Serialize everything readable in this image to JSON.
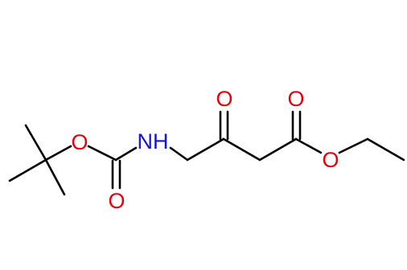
{
  "molecule": {
    "atoms": {
      "o_ether_boc": {
        "label": "O",
        "color": "#e8000b"
      },
      "o_carbonyl_boc": {
        "label": "O",
        "color": "#e8000b"
      },
      "n_amine": {
        "label": "NH",
        "color": "#1414d6"
      },
      "o_ketone": {
        "label": "O",
        "color": "#e8000b"
      },
      "o_carbonyl_ester": {
        "label": "O",
        "color": "#e8000b"
      },
      "o_ether_ester": {
        "label": "O",
        "color": "#e8000b"
      }
    },
    "bond_color": "#000000"
  }
}
